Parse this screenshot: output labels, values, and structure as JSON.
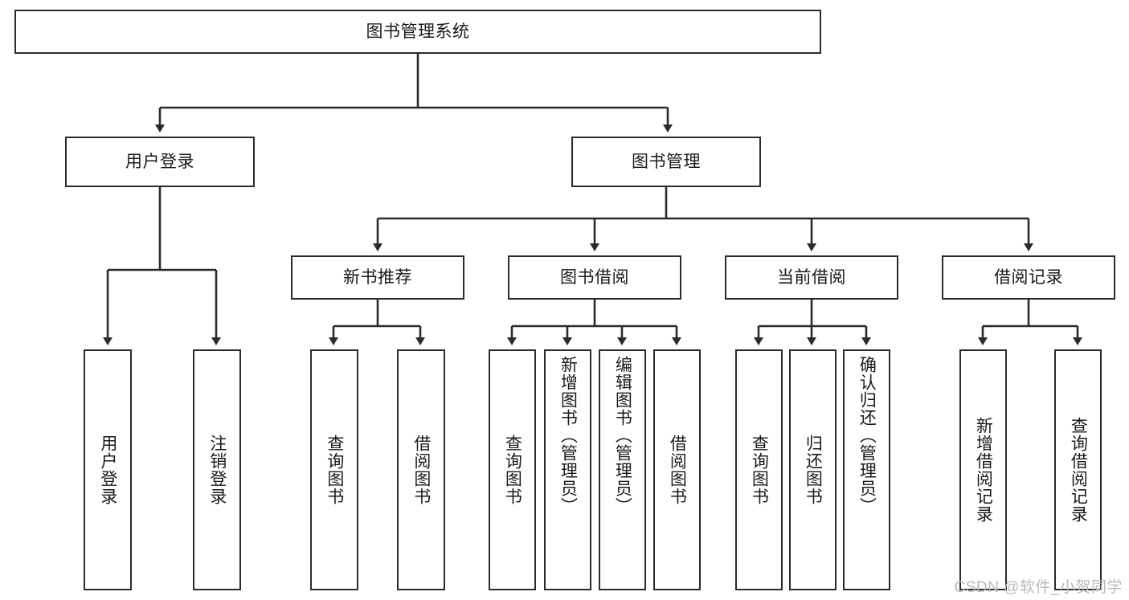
{
  "diagram": {
    "title": "图书管理系统",
    "type": "tree-hierarchy-chart",
    "watermark": "CSDN @软件_小贺同学",
    "colors": {
      "box_border": "#2b2b2b",
      "box_fill": "#ffffff",
      "connector": "#2b2b2b",
      "text": "#1a1a1a",
      "watermark": "#b9b9b9",
      "background": "#ffffff"
    },
    "root": {
      "label": "图书管理系统"
    },
    "level2": [
      {
        "label": "用户登录"
      },
      {
        "label": "图书管理"
      }
    ],
    "level3": [
      {
        "label": "新书推荐"
      },
      {
        "label": "图书借阅"
      },
      {
        "label": "当前借阅"
      },
      {
        "label": "借阅记录"
      }
    ],
    "leaves": {
      "user_login": [
        {
          "label": "用户登录"
        },
        {
          "label": "注销登录"
        }
      ],
      "new_book_recommend": [
        {
          "label": "查询图书"
        },
        {
          "label": "借阅图书"
        }
      ],
      "book_borrow": [
        {
          "label": "查询图书"
        },
        {
          "label": "新增图书（管理员）"
        },
        {
          "label": "编辑图书（管理员）"
        },
        {
          "label": "借阅图书"
        }
      ],
      "current_borrow": [
        {
          "label": "查询图书"
        },
        {
          "label": "归还图书"
        },
        {
          "label": "确认归还（管理员）"
        }
      ],
      "borrow_record": [
        {
          "label": "新增借阅记录"
        },
        {
          "label": "查询借阅记录"
        }
      ]
    }
  }
}
